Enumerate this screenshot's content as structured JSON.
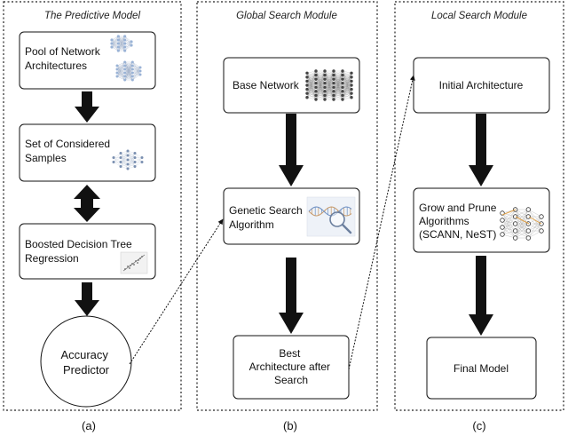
{
  "panels": {
    "a": {
      "title": "The Predictive Model",
      "caption": "(a)",
      "boxes": {
        "pool": [
          "Pool of Network",
          "Architectures"
        ],
        "samples": [
          "Set of Considered",
          "Samples"
        ],
        "boosted": [
          "Boosted Decision Tree",
          "Regression"
        ],
        "predictor": [
          "Accuracy",
          "Predictor"
        ]
      }
    },
    "b": {
      "title": "Global Search Module",
      "caption": "(b)",
      "boxes": {
        "base": [
          "Base Network"
        ],
        "genetic": [
          "Genetic Search",
          "Algorithm"
        ],
        "best": [
          "Best",
          "Architecture after",
          "Search"
        ]
      }
    },
    "c": {
      "title": "Local Search Module",
      "caption": "(c)",
      "boxes": {
        "initial": [
          "Initial Architecture"
        ],
        "grow": [
          "Grow and Prune",
          "Algorithms",
          "(SCANN, NeST)"
        ],
        "final": [
          "Final Model"
        ]
      }
    }
  },
  "icons": {
    "pool": "neural-network-icon",
    "samples": "sample-network-icon",
    "boosted": "scatter-plot-icon",
    "base": "dense-network-icon",
    "genetic": "dna-magnifier-icon",
    "grow": "pruned-network-icon"
  },
  "colors": {
    "line": "#111111",
    "icon_node": "#7a8fb0",
    "icon_accent": "#9ab3d6",
    "dna_a": "#c79a6a",
    "dna_b": "#6d8fc2"
  }
}
